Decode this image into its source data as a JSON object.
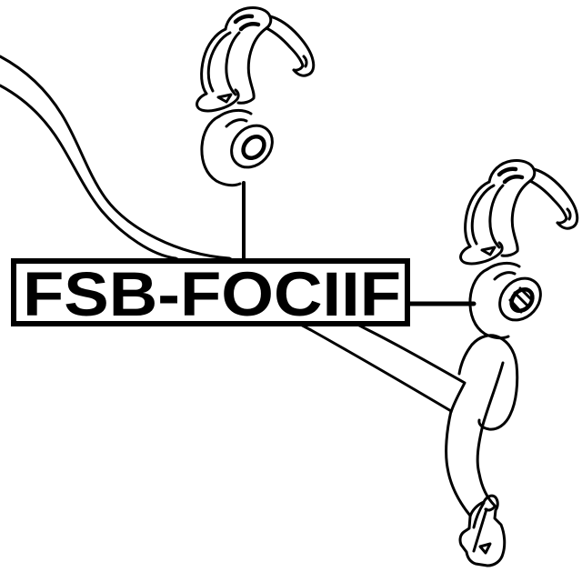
{
  "diagram": {
    "type": "auto-parts-line-drawing",
    "background_color": "#ffffff",
    "line_color": "#000000",
    "part_label": {
      "text": "FSB-FOCIIF"
    },
    "components": [
      {
        "name": "stabilizer-bar"
      },
      {
        "name": "stabilizer-bar-bracket-top"
      },
      {
        "name": "stabilizer-bar-bushing-upper"
      },
      {
        "name": "stabilizer-bar-bracket-right"
      },
      {
        "name": "stabilizer-bar-bushing-right"
      },
      {
        "name": "stabilizer-bar-end-fitting"
      }
    ]
  }
}
